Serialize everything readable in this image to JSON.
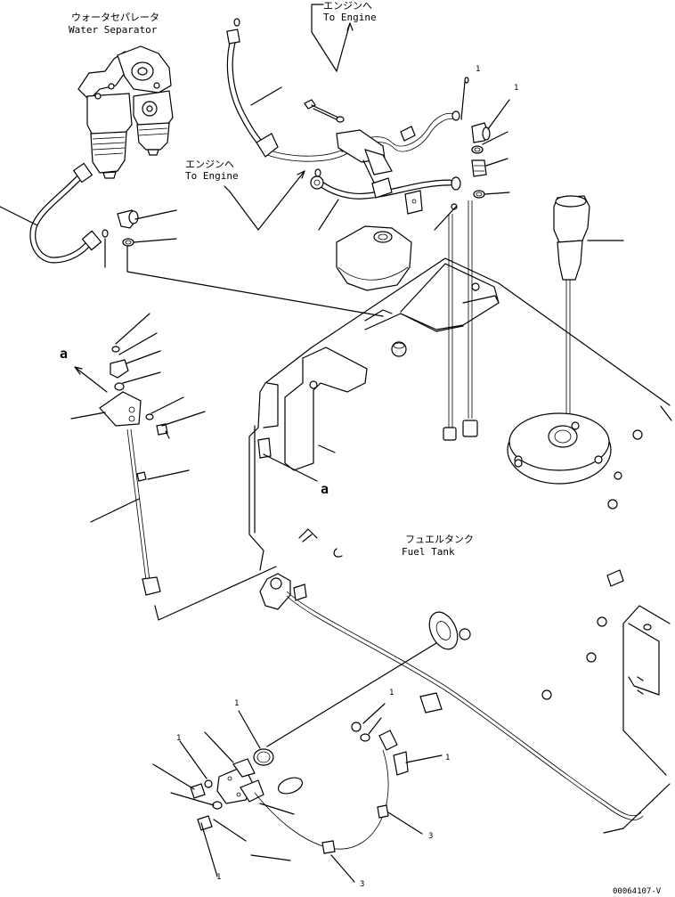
{
  "labels": {
    "water_separator_jp": "ウォータセパレータ",
    "water_separator_en": "Water Separator",
    "to_engine_top_jp": "エンジンへ",
    "to_engine_top_en": "To Engine",
    "to_engine_mid_jp": "エンジンへ",
    "to_engine_mid_en": "To Engine",
    "fuel_tank_jp": "フュエルタンク",
    "fuel_tank_en": "Fuel Tank",
    "ref_a_top": "a",
    "ref_a_bottom": "a",
    "drawing_number": "00064107-V"
  },
  "callouts": {
    "c1": "1",
    "c2": "1",
    "c3": "1",
    "c4": "1",
    "c5": "1",
    "c6": "1",
    "c7": "3",
    "c8": "3",
    "c9": "1"
  }
}
